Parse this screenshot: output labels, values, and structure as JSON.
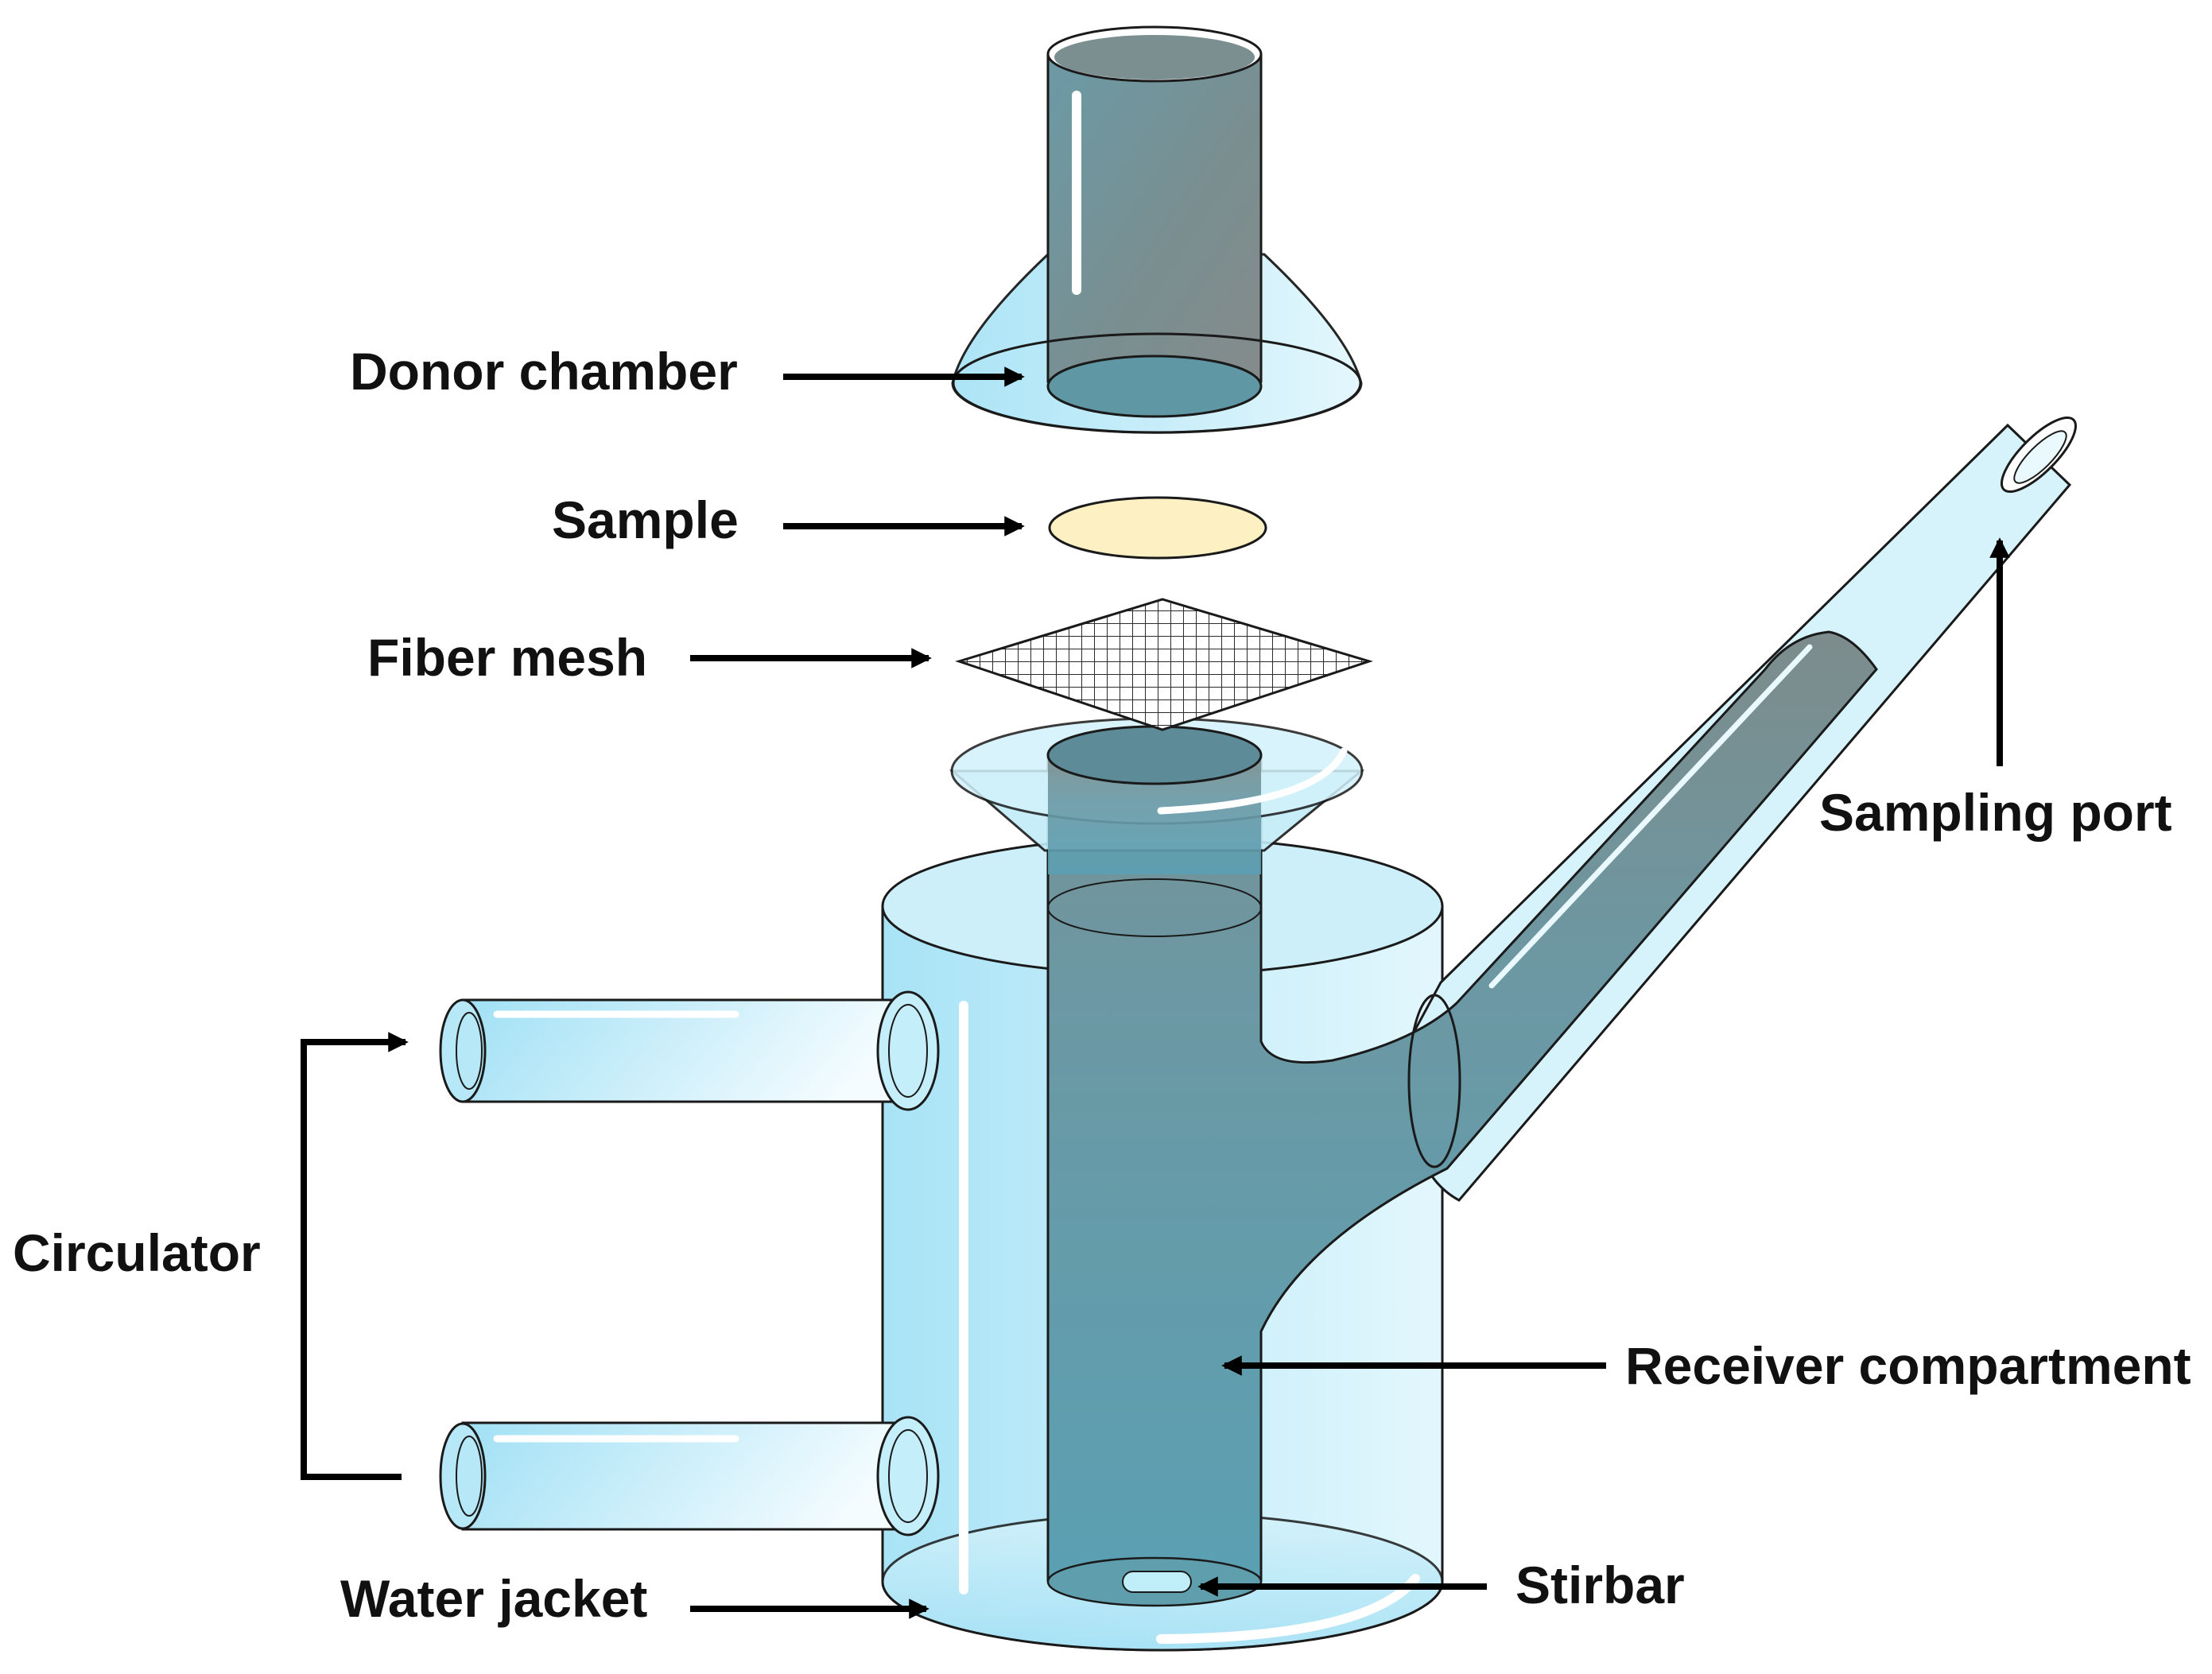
{
  "labels": {
    "donor_chamber": "Donor chamber",
    "sample": "Sample",
    "fiber_mesh": "Fiber mesh",
    "sampling_port": "Sampling port",
    "circulator": "Circulator",
    "receiver_compartment": "Receiver compartment",
    "stirbar": "Stirbar",
    "water_jacket": "Water jacket"
  },
  "colors": {
    "glass_light": "#dff6fd",
    "glass_mid": "#a9e4f7",
    "receiver_liquid": "#5f9eae",
    "receiver_liquid_dark": "#7f8f8f",
    "sample_fill": "#fdf1c4",
    "outline": "#1a1a1a",
    "arrow": "#000000"
  }
}
